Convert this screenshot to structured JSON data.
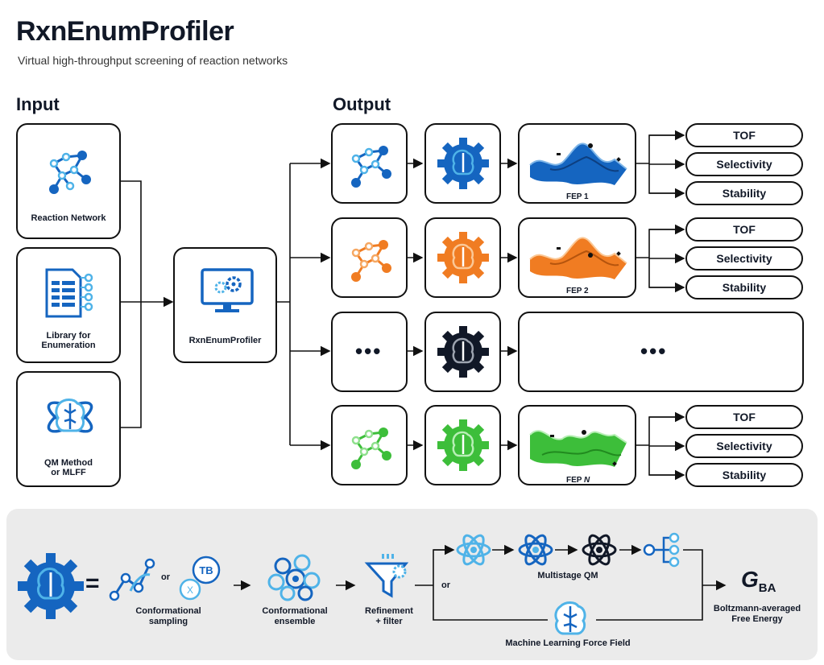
{
  "header": {
    "title": "RxnEnumProfiler",
    "subtitle": "Virtual high-throughput screening of reaction networks"
  },
  "sections": {
    "input": "Input",
    "output": "Output"
  },
  "inputs": [
    {
      "label": "Reaction Network",
      "icon": "reaction-network-icon"
    },
    {
      "label": "Library for\nEnumeration",
      "icon": "library-document-icon"
    },
    {
      "label": "QM Method\nor MLFF",
      "icon": "atom-brain-icon"
    }
  ],
  "center": {
    "label": "RxnEnumProfiler",
    "icon": "monitor-gears-icon"
  },
  "rows": [
    {
      "color": "#1565c0",
      "fep_label": "FEP 1",
      "metrics": [
        "TOF",
        "Selectivity",
        "Stability"
      ]
    },
    {
      "color": "#f07c22",
      "fep_label": "FEP 2",
      "metrics": [
        "TOF",
        "Selectivity",
        "Stability"
      ]
    },
    {
      "color": "#111827",
      "placeholder": "•••"
    },
    {
      "color": "#3dbe3a",
      "fep_label_prefix": "FEP ",
      "fep_label_var": "N",
      "metrics": [
        "TOF",
        "Selectivity",
        "Stability"
      ]
    }
  ],
  "bottom": {
    "equals": "=",
    "or1": "or",
    "or2": "or",
    "tb": "TB",
    "x": "X",
    "conf_sampling": "Conformational\nsampling",
    "conf_ensemble": "Conformational\nensemble",
    "refinement": "Refinement\n+ filter",
    "multistage": "Multistage QM",
    "mlff": "Machine Learning Force Field",
    "g_symbol": "G",
    "g_sub": "BA",
    "boltzmann": "Boltzmann-averaged\nFree Energy"
  },
  "colors": {
    "blue": "#1565c0",
    "orange": "#f07c22",
    "green": "#3dbe3a",
    "dark": "#111827",
    "light_blue": "#4fb3e8",
    "panel": "#ebebeb"
  }
}
